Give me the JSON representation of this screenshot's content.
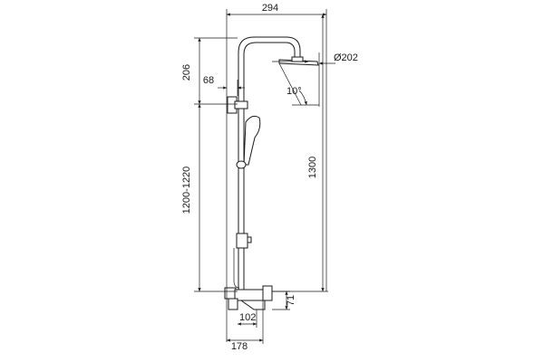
{
  "dimensions": {
    "top_width": "294",
    "head_diameter": "Ø202",
    "head_drop": "206",
    "wall_offset": "68",
    "tilt_angle": "10°",
    "total_height": "1300",
    "slider_range": "1200-1220",
    "spout_height": "71",
    "spout_reach": "102",
    "mixer_depth": "178"
  }
}
